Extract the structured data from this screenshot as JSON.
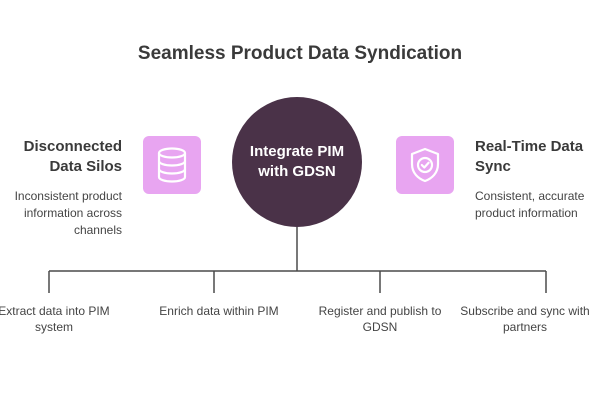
{
  "title": "Seamless Product Data Syndication",
  "left": {
    "title_line1": "Disconnected",
    "title_line2": "Data Silos",
    "desc_line1": "Inconsistent product",
    "desc_line2": "information across",
    "desc_line3": "channels",
    "icon": "database-icon"
  },
  "center": {
    "line1": "Integrate PIM",
    "line2": "with GDSN"
  },
  "right": {
    "title_line1": "Real-Time Data",
    "title_line2": "Sync",
    "desc_line1": "Consistent, accurate",
    "desc_line2": "product information",
    "icon": "shield-check-icon"
  },
  "steps": [
    {
      "line1": "Extract data into PIM",
      "line2": "system"
    },
    {
      "line1": "Enrich data within PIM",
      "line2": ""
    },
    {
      "line1": "Register and publish to",
      "line2": "GDSN"
    },
    {
      "line1": "Subscribe and sync with",
      "line2": "partners"
    }
  ],
  "colors": {
    "accent": "#e8a5f1",
    "center": "#4a3248",
    "line": "#4a4a4a"
  }
}
